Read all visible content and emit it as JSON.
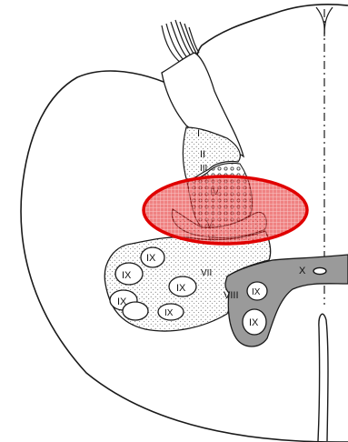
{
  "diagram": {
    "laminae": {
      "I": "I",
      "II": "II",
      "III": "III",
      "IV": "IV",
      "V": "V",
      "VI": "VI",
      "VII": "VII",
      "VIII": "VIII",
      "IX_1": "IX",
      "IX_2": "IX",
      "IX_3": "IX",
      "IX_4": "IX",
      "IX_5": "IX",
      "IX_6": "IX",
      "IX_7": "IX",
      "X": "X"
    },
    "colors": {
      "line": "#1a1a1a",
      "stipple": "#555555",
      "dark_gray": "#9a9a9a",
      "highlight_fill": "#e11b1b",
      "highlight_stroke": "#e00000"
    }
  }
}
